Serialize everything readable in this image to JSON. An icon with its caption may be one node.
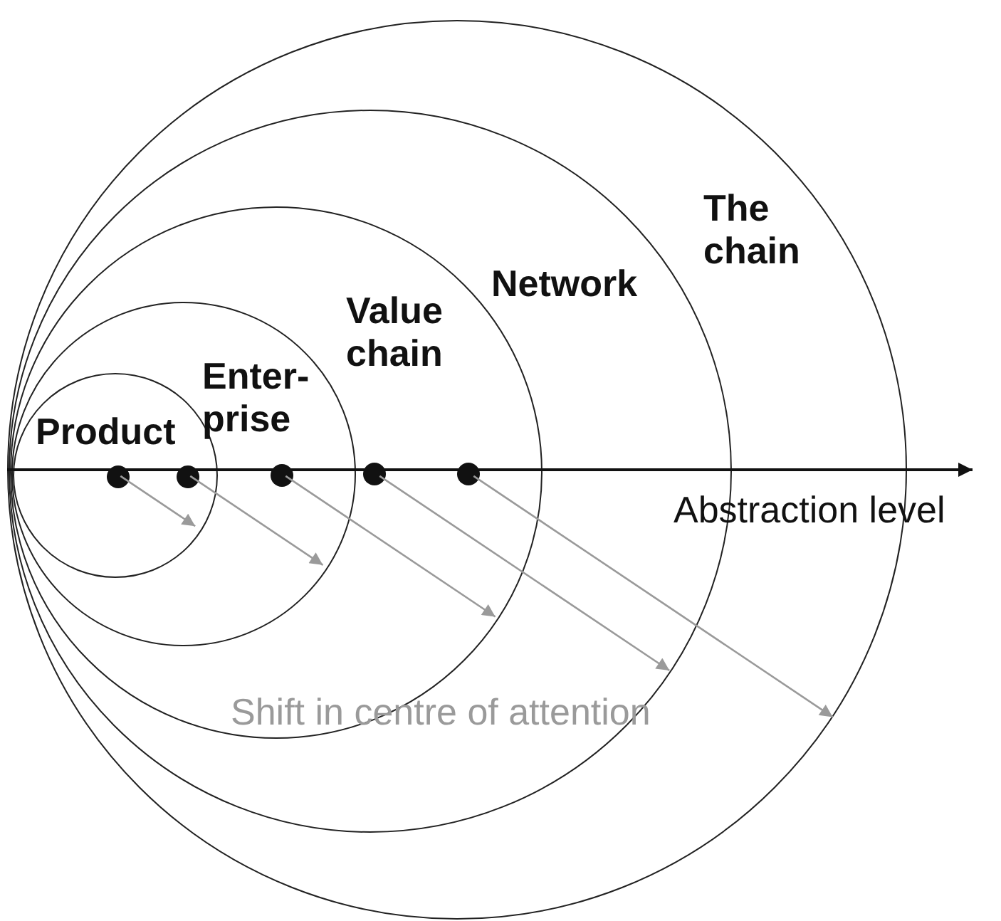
{
  "diagram": {
    "nodes": [
      {
        "text": [
          "The chain"
        ]
      },
      {
        "text": [
          "Network"
        ],
        "in": 0
      },
      {
        "text": [
          "Value chain"
        ],
        "in": 1
      },
      {
        "text": [
          "Enter- prise"
        ],
        "in": 2
      },
      {
        "text": [
          "Product"
        ],
        "in": 3
      },
      {
        "text": [],
        "shape": "circle",
        "in": 4
      },
      {
        "text": [],
        "shape": "circle",
        "in": 4
      },
      {
        "text": [],
        "shape": "circle",
        "in": 3
      },
      {
        "text": [],
        "shape": "circle",
        "in": 2
      },
      {
        "text": [],
        "shape": "circle",
        "in": 2
      }
    ],
    "edges": [
      {
        "from": 5,
        "to": 4,
        "arrow": "to"
      },
      {
        "from": 6,
        "to": 3,
        "arrow": "to"
      },
      {
        "from": 7,
        "to": 2,
        "arrow": "to"
      },
      {
        "from": 8,
        "to": 1,
        "arrow": "to"
      },
      {
        "from": 9,
        "to": 0,
        "arrow": "to"
      }
    ],
    "labels": [
      "Abstraction level",
      "Shift in centre of attention"
    ]
  }
}
